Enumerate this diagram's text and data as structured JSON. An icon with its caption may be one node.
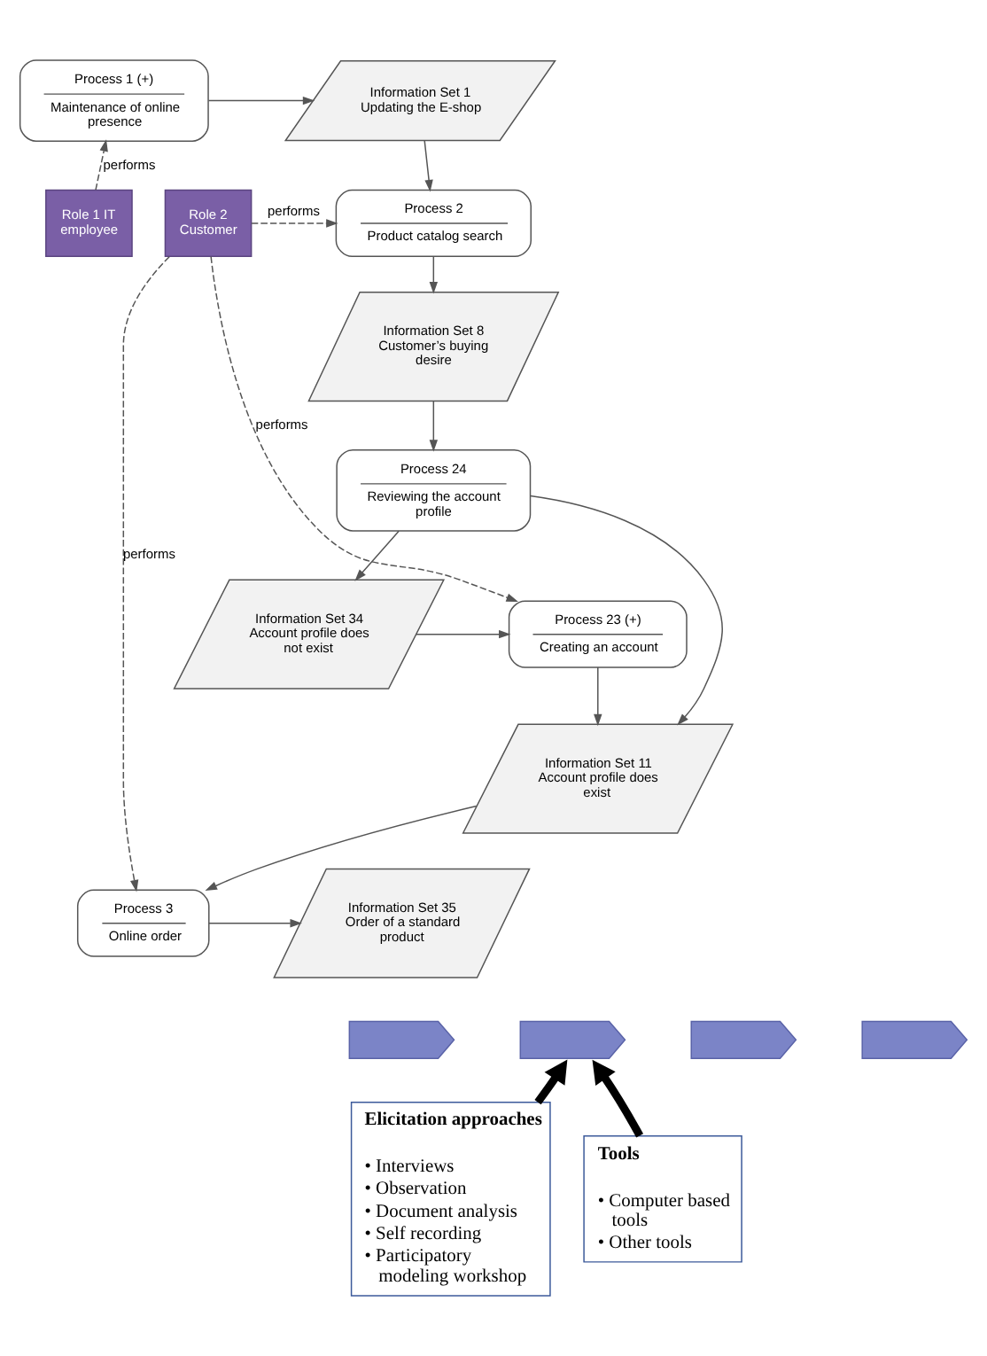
{
  "diagram": {
    "nodes": [
      {
        "text": [
          "Process 1 (+)",
          "Maintenance of online presence"
        ]
      },
      {
        "text": [
          "Information Set 1 Updating the E-shop"
        ]
      },
      {
        "text": [
          "Role 1 IT employee"
        ]
      },
      {
        "text": [
          "Process 2",
          "Product catalog search"
        ]
      },
      {
        "text": [
          "Role 2 Customer"
        ]
      },
      {
        "text": [
          "Information Set 8 Customer’s buying desire"
        ]
      },
      {
        "text": [
          "Process 24",
          "Reviewing the account profile"
        ]
      },
      {
        "text": [
          "Information Set 34 Account profile does not exist"
        ]
      },
      {
        "text": [
          "Process 23 (+)",
          "Creating an account"
        ]
      },
      {
        "text": [
          "Information Set 11 Account profile does exist"
        ]
      },
      {
        "text": [
          "Process 3",
          "Online order"
        ]
      },
      {
        "text": [
          "Information Set 35 Order of a standard product"
        ]
      },
      {
        "text": [],
        "shape": "chevron"
      },
      {
        "text": [],
        "shape": "chevron"
      },
      {
        "text": [],
        "shape": "chevron"
      },
      {
        "text": [],
        "shape": "chevron"
      },
      {
        "text": [
          "Elicitation approaches",
          "• Interviews",
          "• Observation",
          "• Document analysis",
          "• Self recording",
          "• Participatory modeling workshop"
        ]
      },
      {
        "text": [
          "Tools",
          "• Computer based tools",
          "• Other tools"
        ]
      }
    ],
    "edges": [
      {
        "from": 0,
        "to": 1,
        "arrow": "to"
      },
      {
        "from": 2,
        "to": 0,
        "arrow": "to",
        "label": "performs",
        "style": "dashed"
      },
      {
        "from": 1,
        "to": 3,
        "arrow": "to"
      },
      {
        "from": 4,
        "to": 3,
        "arrow": "to",
        "label": "performs",
        "style": "dashed"
      },
      {
        "from": 3,
        "to": 5,
        "arrow": "to"
      },
      {
        "from": 4,
        "to": 8,
        "arrow": "to",
        "label": "performs",
        "style": "dashed"
      },
      {
        "from": 4,
        "to": 10,
        "arrow": "to",
        "label": "performs",
        "style": "dashed"
      },
      {
        "from": 5,
        "to": 6,
        "arrow": "to"
      },
      {
        "from": 6,
        "to": 7,
        "arrow": "to"
      },
      {
        "from": 6,
        "to": 9,
        "arrow": "to"
      },
      {
        "from": 7,
        "to": 8,
        "arrow": "to"
      },
      {
        "from": 8,
        "to": 9,
        "arrow": "to"
      },
      {
        "from": 9,
        "to": 10,
        "arrow": "to"
      },
      {
        "from": 10,
        "to": 11,
        "arrow": "to"
      },
      {
        "from": 16,
        "to": 13,
        "arrow": "to",
        "style": "thick",
        "color": "#000000"
      },
      {
        "from": 17,
        "to": 13,
        "arrow": "to",
        "style": "thick",
        "color": "#000000"
      }
    ]
  }
}
